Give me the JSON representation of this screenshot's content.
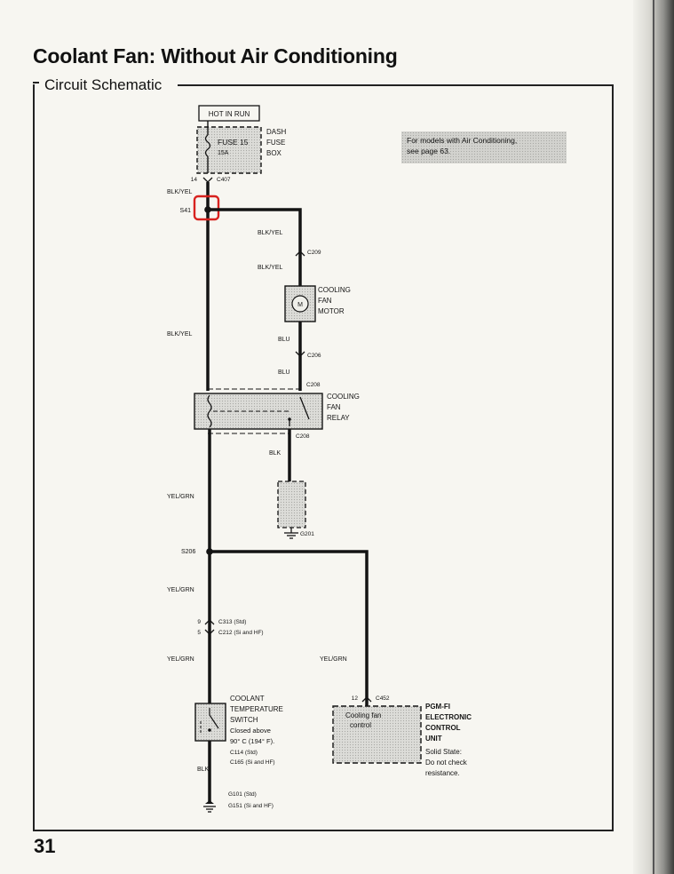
{
  "header": {
    "title": "Coolant Fan: Without Air Conditioning",
    "subtitle": "Circuit Schematic"
  },
  "page_number": "31",
  "note": {
    "line1": "For models with Air Conditioning,",
    "line2": "see page 63."
  },
  "power_source": {
    "label": "HOT IN RUN"
  },
  "fuse": {
    "name": "FUSE 15",
    "rating": "15A",
    "box_line1": "DASH",
    "box_line2": "FUSE",
    "box_line3": "BOX"
  },
  "connectors": {
    "c407_pin": "14",
    "c407": "C407",
    "c209": "C209",
    "c206": "C206",
    "c208_upper": "C208",
    "c208_lower": "C208",
    "c313_pin": "9",
    "c313": "C313 (Std)",
    "c212_pin": "5",
    "c212": "C212 (Si and HF)",
    "c452_pin": "12",
    "c452": "C452",
    "c114": "C114 (Std)",
    "c165": "C165 (Si and HF)"
  },
  "splices": {
    "s41": "S41",
    "s206": "S206"
  },
  "grounds": {
    "g201": "G201",
    "g101": "G101 (Std)",
    "g151": "G151 (Si and HF)"
  },
  "wires": {
    "blk_yel": "BLK/YEL",
    "blu": "BLU",
    "blk": "BLK",
    "yel_grn": "YEL/GRN"
  },
  "components": {
    "fan_motor": {
      "line1": "COOLING",
      "line2": "FAN",
      "line3": "MOTOR",
      "symbol": "M"
    },
    "fan_relay": {
      "line1": "COOLING",
      "line2": "FAN",
      "line3": "RELAY"
    },
    "temp_switch": {
      "line1": "COOLANT",
      "line2": "TEMPERATURE",
      "line3": "SWITCH",
      "line4": "Closed above",
      "line5": "90° C (194° F)."
    },
    "ecu": {
      "line1": "PGM-FI",
      "line2": "ELECTRONIC",
      "line3": "CONTROL",
      "line4": "UNIT",
      "line5": "Solid State:",
      "line6": "Do not check",
      "line7": "resistance.",
      "inner1": "Cooling fan",
      "inner2": "control"
    }
  },
  "highlight_color": "#d8221f"
}
